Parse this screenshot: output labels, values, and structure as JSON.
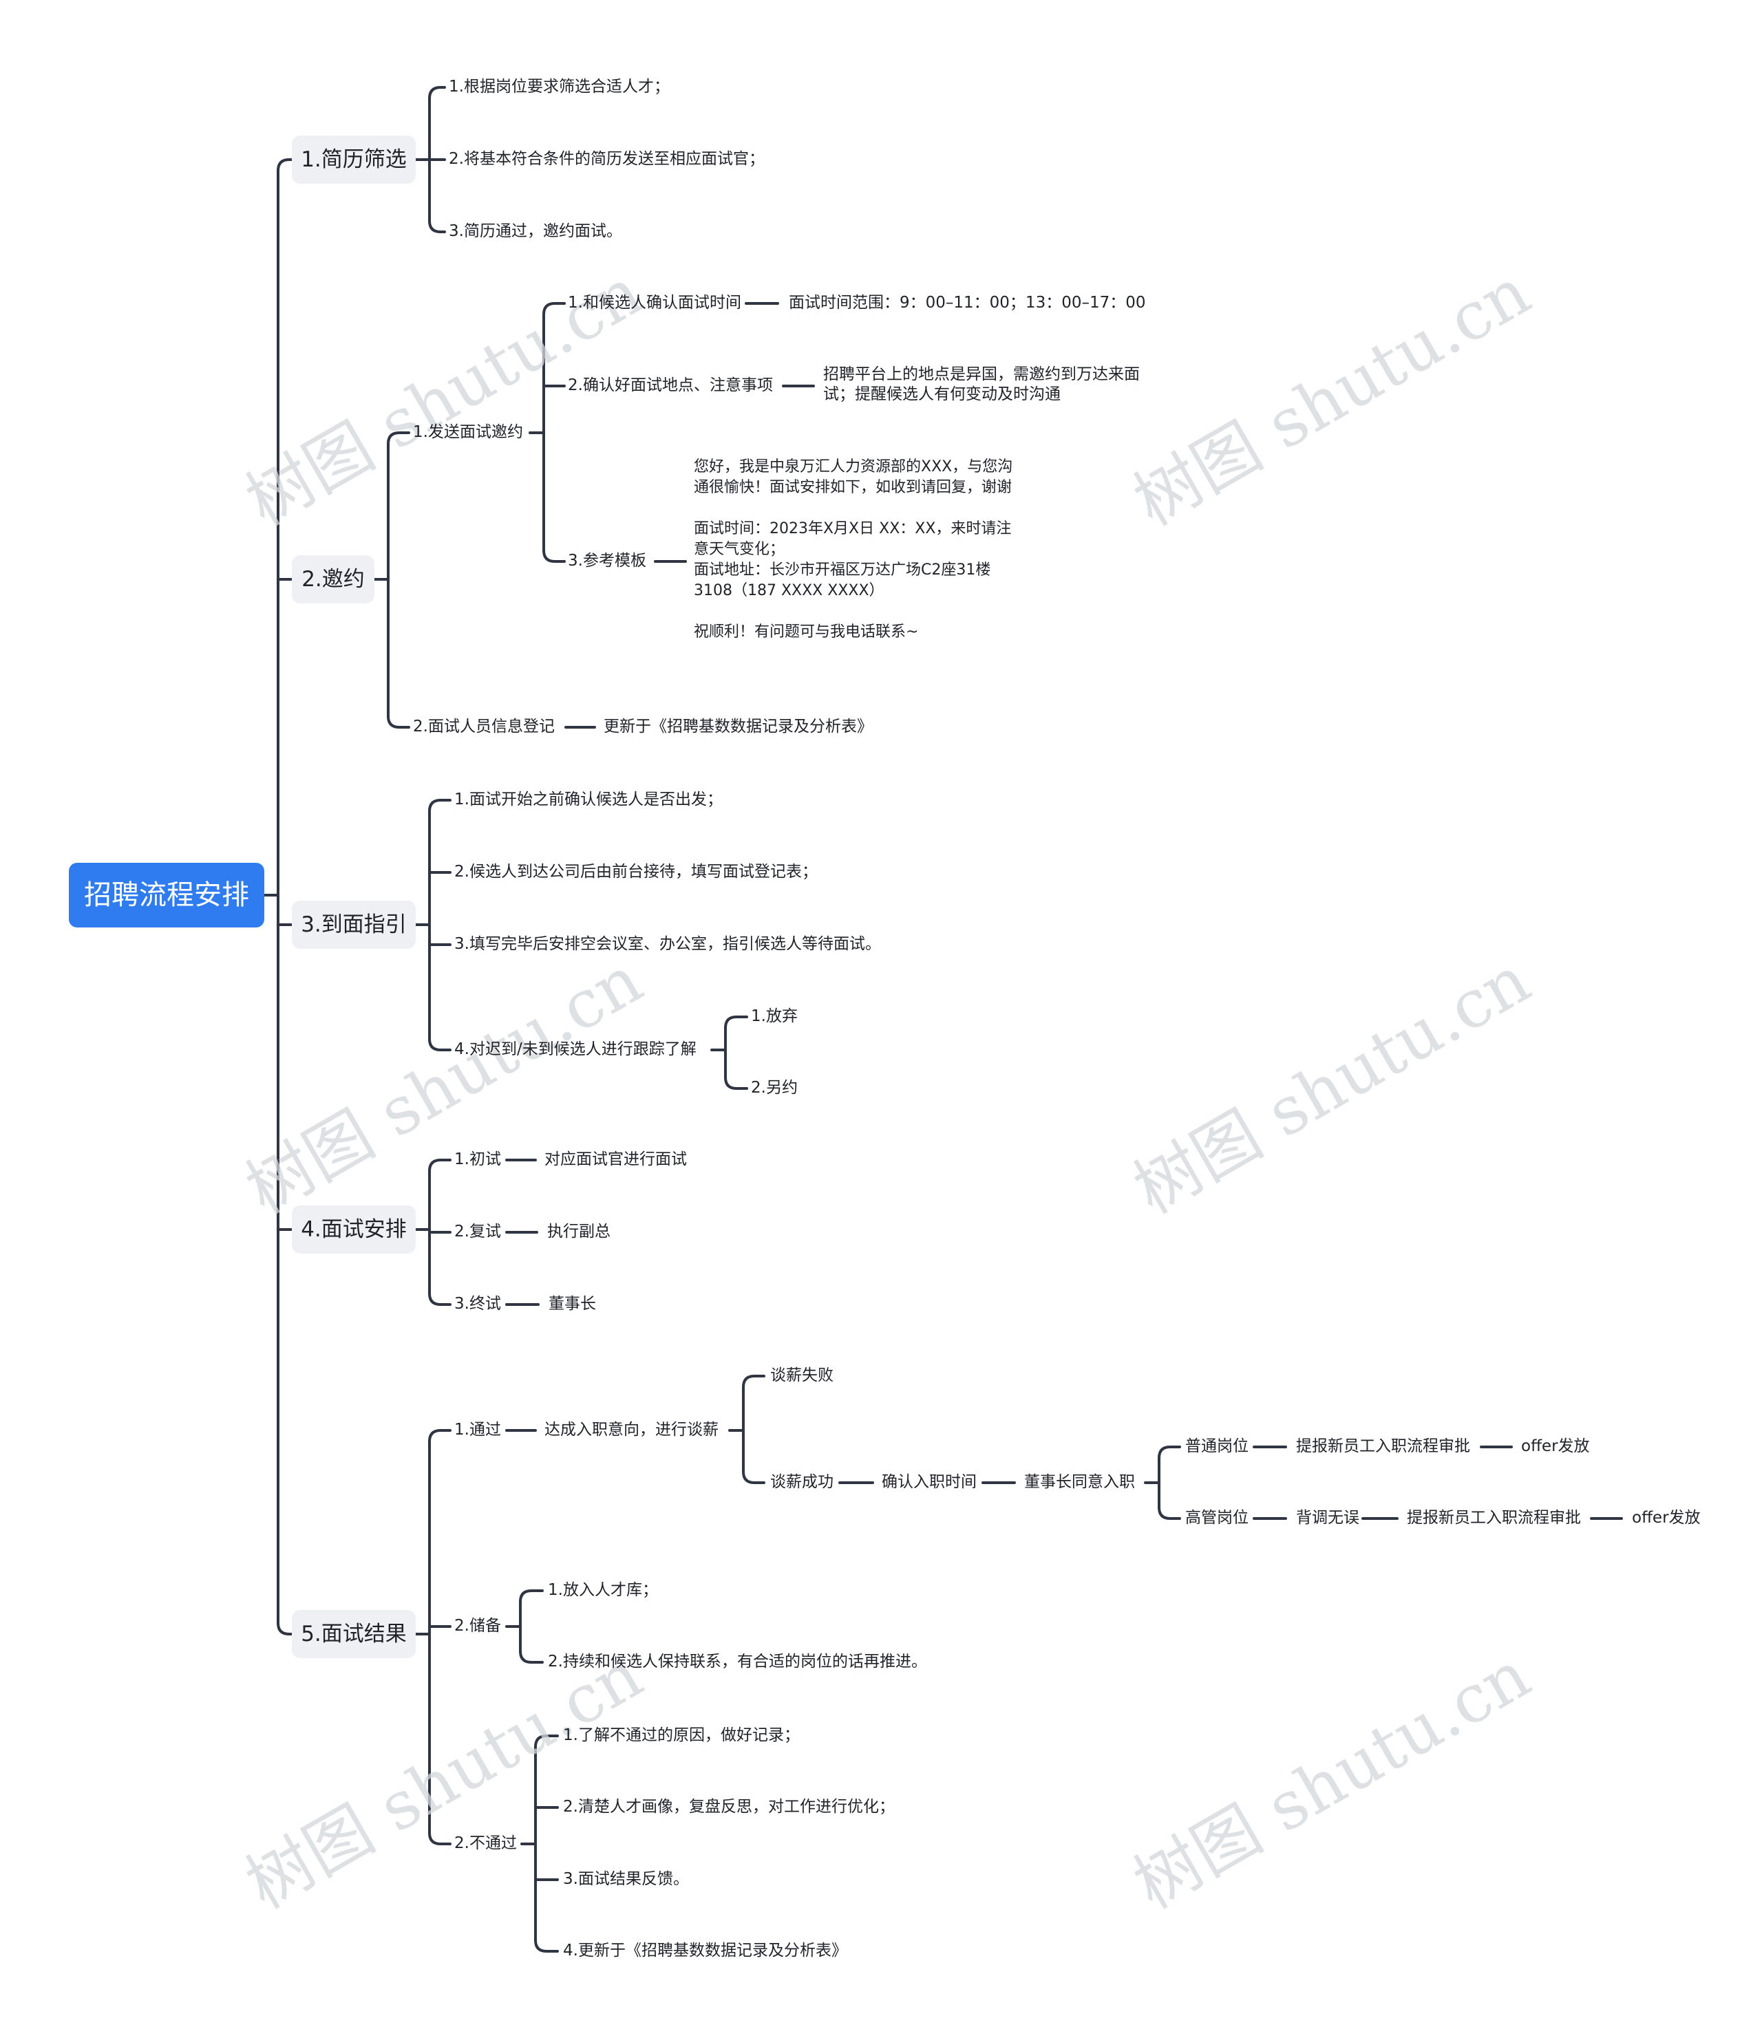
{
  "root": "招聘流程安排",
  "watermark": "树图 shutu.cn",
  "b1": {
    "label": "1.简历筛选",
    "c1": "1.根据岗位要求筛选合适人才；",
    "c2": "2.将基本符合条件的简历发送至相应面试官；",
    "c3": "3.简历通过，邀约面试。"
  },
  "b2": {
    "label": "2.邀约",
    "s1": {
      "label": "1.发送面试邀约",
      "t1": "1.和候选人确认面试时间",
      "t1d": "面试时间范围：9：00–11：00；13：00–17：00",
      "t2": "2.确认好面试地点、注意事项",
      "t2d": "招聘平台上的地点是异国，需邀约到万达来面试；提醒候选人有何变动及时沟通",
      "t3": "3.参考模板",
      "t3d": "您好，我是中泉万汇人力资源部的XXX，与您沟通很愉快！面试安排如下，如收到请回复，谢谢\n\n面试时间：2023年X月X日 XX：XX，来时请注意天气变化；\n面试地址：长沙市开福区万达广场C2座31楼3108（187 XXXX XXXX）\n\n祝顺利！有问题可与我电话联系~"
    },
    "s2": {
      "label": "2.面试人员信息登记",
      "d": "更新于《招聘基数数据记录及分析表》"
    }
  },
  "b3": {
    "label": "3.到面指引",
    "c1": "1.面试开始之前确认候选人是否出发；",
    "c2": "2.候选人到达公司后由前台接待，填写面试登记表；",
    "c3": "3.填写完毕后安排空会议室、办公室，指引候选人等待面试。",
    "c4": "4.对迟到/未到候选人进行跟踪了解",
    "c4a": "1.放弃",
    "c4b": "2.另约"
  },
  "b4": {
    "label": "4.面试安排",
    "c1": "1.初试",
    "c1d": "对应面试官进行面试",
    "c2": "2.复试",
    "c2d": "执行副总",
    "c3": "3.终试",
    "c3d": "董事长"
  },
  "b5": {
    "label": "5.面试结果",
    "pass": "1.通过",
    "pass_d": "达成入职意向，进行谈薪",
    "fail_salary": "谈薪失败",
    "ok_salary": "谈薪成功",
    "confirm": "确认入职时间",
    "chair": "董事长同意入职",
    "normal": "普通岗位",
    "normal_a": "提报新员工入职流程审批",
    "normal_b": "offer发放",
    "senior": "高管岗位",
    "senior_a": "背调无误",
    "senior_b": "提报新员工入职流程审批",
    "senior_c": "offer发放",
    "reserve": "2.储备",
    "reserve_a": "1.放入人才库；",
    "reserve_b": "2.持续和候选人保持联系，有合适的岗位的话再推进。",
    "nopass": "2.不通过",
    "np1": "1.了解不通过的原因，做好记录；",
    "np2": "2.清楚人才画像，复盘反思，对工作进行优化；",
    "np3": "3.面试结果反馈。",
    "np4": "4.更新于《招聘基数数据记录及分析表》"
  }
}
